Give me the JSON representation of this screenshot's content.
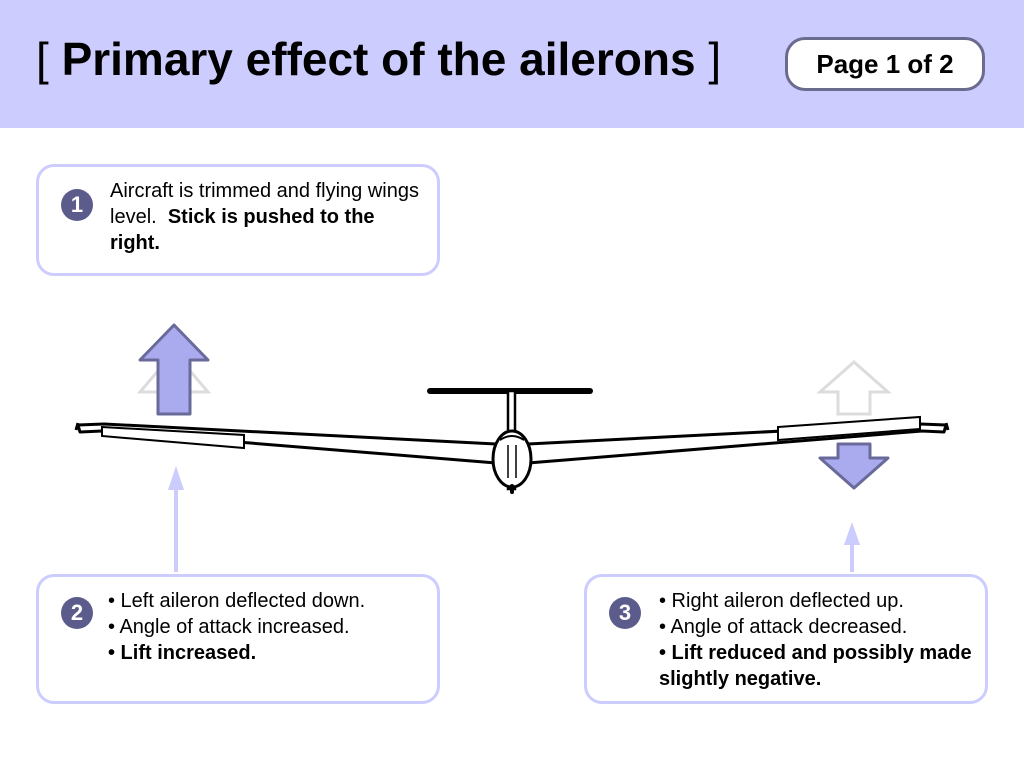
{
  "header": {
    "bracket_open": "[",
    "title": "Primary effect of the ailerons",
    "bracket_close": "]",
    "page_label": "Page 1 of 2",
    "background_color": "#ccccff"
  },
  "callouts": [
    {
      "number": "1",
      "text_plain": "Aircraft is trimmed and flying wings level.",
      "text_bold": "Stick is pushed to the right."
    },
    {
      "number": "2",
      "bullets": [
        {
          "text": "• Left aileron deflected down.",
          "bold": false
        },
        {
          "text": "• Angle of attack increased.",
          "bold": false
        },
        {
          "text": "• Lift increased.",
          "bold": true
        }
      ]
    },
    {
      "number": "3",
      "bullets": [
        {
          "text": "• Right aileron deflected up.",
          "bold": false
        },
        {
          "text": "• Angle of attack decreased.",
          "bold": false
        },
        {
          "text": "• Lift reduced and possibly made slightly negative.",
          "bold": true
        }
      ]
    }
  ],
  "diagram": {
    "left_wing_lift": "increased",
    "right_wing_lift": "reduced",
    "left_aileron": "down",
    "right_aileron": "up",
    "arrow_fill_color": "#aaaaee",
    "arrow_stroke_color": "#6a6a9a",
    "pointer_color": "#ccccff"
  }
}
